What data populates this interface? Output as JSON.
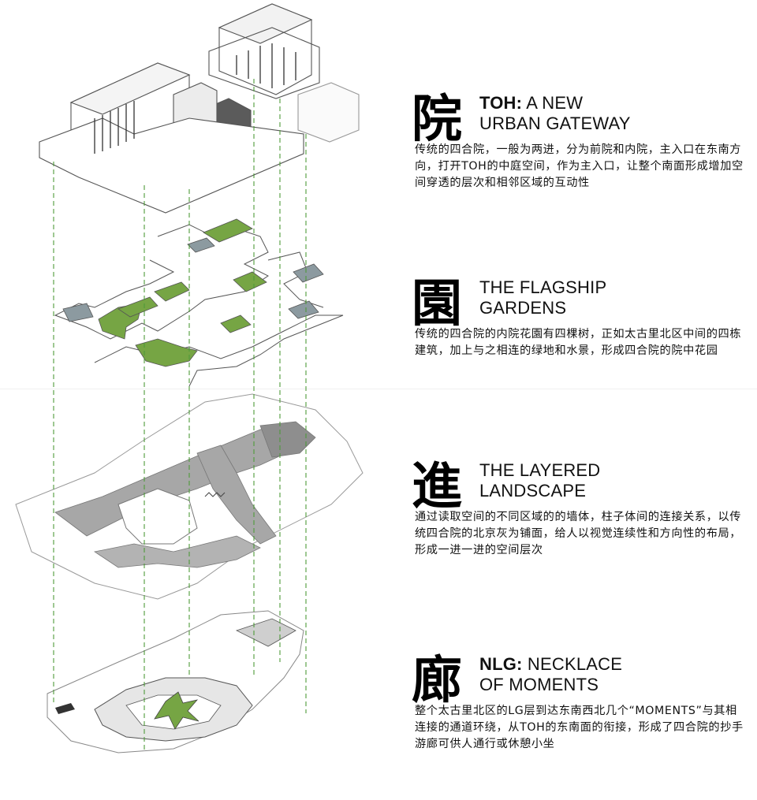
{
  "sections": [
    {
      "glyph": "院",
      "heading_lead": "TOH:",
      "heading_rest": " A NEW",
      "heading_line2": "URBAN GATEWAY",
      "description": "传统的四合院，一般为两进，分为前院和内院，主入口在东南方向，打开TOH的中庭空间，作为主入口，让整个南面形成增加空间穿透的层次和相邻区域的互动性"
    },
    {
      "glyph": "園",
      "heading_lead": "",
      "heading_rest": "THE FLAGSHIP",
      "heading_line2": "GARDENS",
      "description": "传统的四合院的内院花園有四棵树，正如太古里北区中间的四栋建筑，加上与之相连的绿地和水景，形成四合院的院中花园"
    },
    {
      "glyph": "進",
      "heading_lead": "",
      "heading_rest": "THE LAYERED",
      "heading_line2": "LANDSCAPE",
      "description": "通过读取空间的不同区域的的墙体，柱子体间的连接关系，以传统四合院的北京灰为铺面，给人以视觉连续性和方向性的布局，形成一进一进的空间层次"
    },
    {
      "glyph": "廊",
      "heading_lead": "NLG:",
      "heading_rest": " NECKLACE",
      "heading_line2": "OF MOMENTS",
      "description": "整个太古里北区的LG层到达东南西北几个“MOMENTS”与其相连接的通道环绕，从TOH的东南面的衔接，形成了四合院的抄手游廊可供人通行或休憩小坐"
    }
  ],
  "colors": {
    "lawn": "#76a544",
    "water": "#8c9aa0",
    "paving": "#a7a7a7",
    "paving_dark": "#8e8e8e",
    "guide_line": "#4e9a3a",
    "outline": "#555555"
  }
}
